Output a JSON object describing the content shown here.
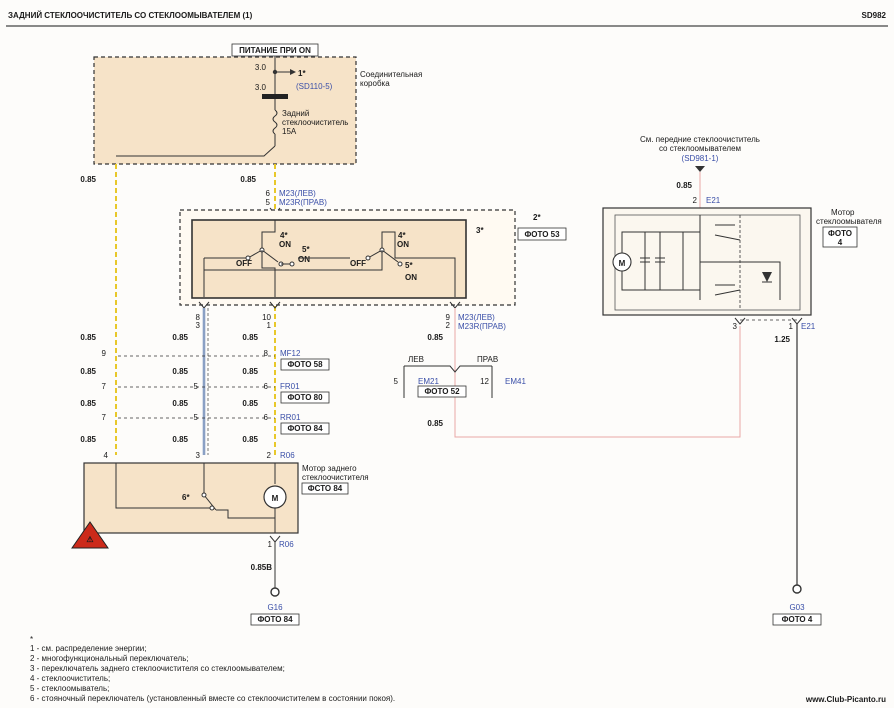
{
  "header": {
    "title": "ЗАДНИЙ СТЕКЛООЧИСТИТЕЛЬ СО СТЕКЛООМЫВАТЕЛЕМ (1)",
    "code": "SD982"
  },
  "power_box": {
    "label": "ПИТАНИЕ ПРИ ON",
    "volt_top": "3.0",
    "volt_bottom": "3.0",
    "ref_num": "1*",
    "ref_code": "(SD110-5)",
    "junction_1": "Соединительная",
    "junction_2": "коробка",
    "fuse_1": "Задний",
    "fuse_2": "стеклоочиститель",
    "fuse_3": "15A"
  },
  "wires": {
    "w085": "0.85",
    "w125": "1.25",
    "w085b": "0.85B"
  },
  "switch_conn": {
    "pin_6": "6",
    "pin_5": "5",
    "m23_lev": "M23(ЛЕВ)",
    "m23r_prav": "M23R(ПРАВ)",
    "pin_8": "8",
    "pin_3": "3",
    "pin_10": "10",
    "pin_1": "1",
    "pin_9": "9",
    "pin_2": "2",
    "m23_lev_b": "M23(ЛЕВ)",
    "m23r_prav_b": "M23R(ПРАВ)"
  },
  "switch_box": {
    "num_2": "2*",
    "num_3": "3*",
    "photo": "ФОТО 53",
    "s4a": "4*",
    "on_a": "ON",
    "s5a": "5*",
    "on_b": "ON",
    "off_a": "OFF",
    "off_b": "OFF",
    "s4b": "4*",
    "on_c": "ON",
    "s5b": "5*",
    "on_d": "ON"
  },
  "connectors": {
    "mf12": "MF12",
    "foto58": "ФОТО 58",
    "fr01": "FR01",
    "foto80": "ФОТО 80",
    "rr01": "RR01",
    "foto84": "ФОТО 84",
    "r06": "R06",
    "p9": "9",
    "p8": "8",
    "p7a": "7",
    "p5a": "5",
    "p6a": "6",
    "p7b": "7",
    "p5b": "5",
    "p6b": "6",
    "p4": "4",
    "p3": "3",
    "p2": "2"
  },
  "ew": {
    "lev": "ЛЕВ",
    "prav": "ПРАВ",
    "p5": "5",
    "em21": "EM21",
    "p12": "12",
    "em41": "EM41",
    "foto52": "ФОТО 52"
  },
  "rear_motor": {
    "title_1": "Мотор заднего",
    "title_2": "стеклоочистителя",
    "photo": "ФСТО 84",
    "sw": "6*",
    "m": "M",
    "pin_1": "1",
    "r06b": "R06",
    "g16": "G16",
    "foto84": "ФОТО 84"
  },
  "washer": {
    "see_1": "См. передние стеклоочиститель",
    "see_2": "со стеклоомывателем",
    "see_ref": "(SD981-1)",
    "pin_2": "2",
    "e21": "E21",
    "title_1": "Мотор",
    "title_2": "стеклоомывателя",
    "photo": "ФОТО",
    "photo_num": "4",
    "m": "M",
    "pin_3": "3",
    "pin_1": "1",
    "e21b": "E21",
    "g03": "G03",
    "foto4": "ФОТО 4"
  },
  "legend": [
    "1 - см. распределение энергии;",
    "2 - многофункциональный переключатель;",
    "3 - переключатель заднего стеклоочистителя со стеклоомывателем;",
    "4 - стеклоочиститель;",
    "5 - стеклоомыватель;",
    "6 - стояночный переключатель (установленный вместе со стеклоочистителем в состоянии покоя)."
  ],
  "watermark": "www.Club-Picanto.ru"
}
